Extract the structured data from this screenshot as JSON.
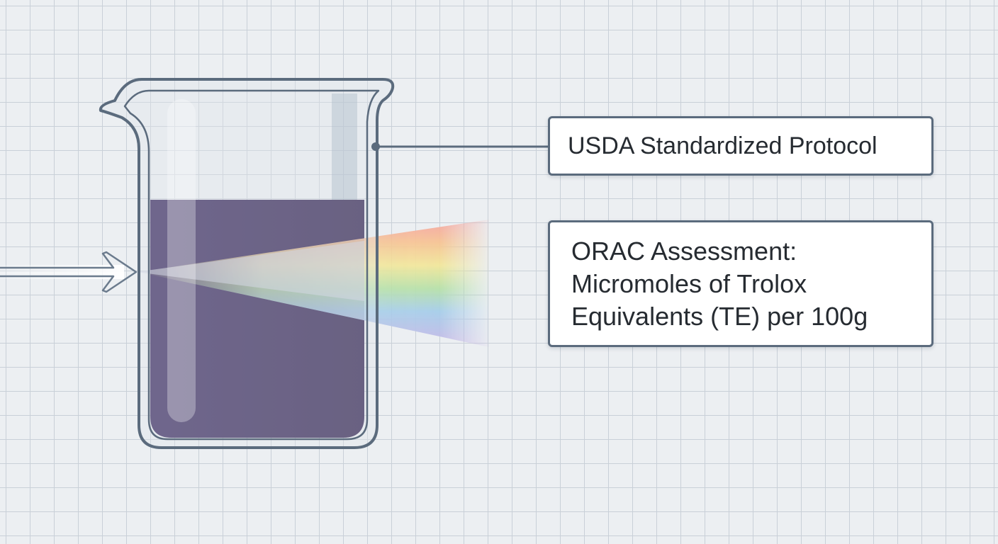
{
  "labels": {
    "protocol": "USDA Standardized Protocol",
    "orac": {
      "lines": [
        "ORAC Assessment:",
        "Micromoles of Trolox",
        "Equivalents (TE) per 100g"
      ]
    }
  },
  "icons": {
    "beaker": "beaker-icon",
    "light_beam": "arrow-right-icon",
    "spectrum": "rainbow-spectrum"
  },
  "colors": {
    "background": "#eceff2",
    "grid": "#c9d0d8",
    "outline": "#5b6b7d",
    "liquid": "#2f1f52",
    "box_fill": "#ffffff",
    "text": "#262b31"
  }
}
